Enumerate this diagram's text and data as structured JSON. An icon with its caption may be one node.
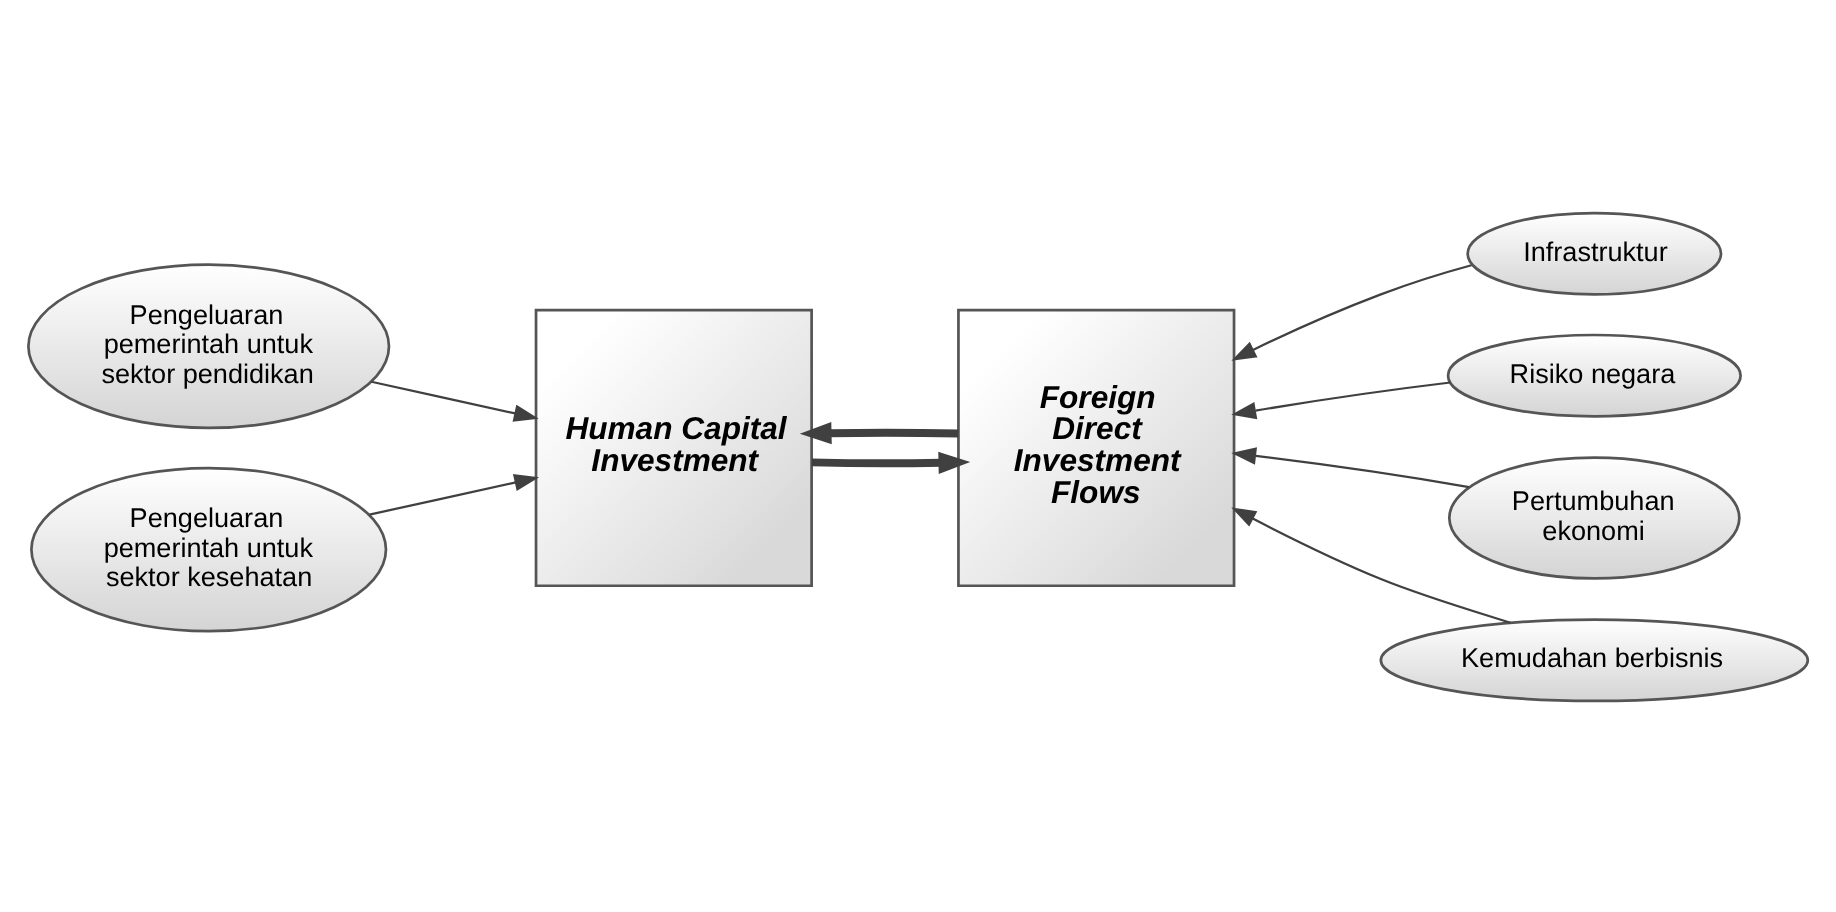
{
  "diagram": {
    "nodes": [
      {
        "text": [
          "Pengeluaran pemerintah untuk sektor pendidikan"
        ]
      },
      {
        "text": [
          "Pengeluaran pemerintah untuk sektor kesehatan"
        ]
      },
      {
        "text": [
          "Human Capital Investment"
        ]
      },
      {
        "text": [
          "Foreign Direct Investment Flows"
        ]
      },
      {
        "text": [
          "Infrastruktur"
        ]
      },
      {
        "text": [
          "Risiko negara"
        ]
      },
      {
        "text": [
          "Pertumbuhan ekonomi"
        ]
      },
      {
        "text": [
          "Kemudahan berbisnis"
        ]
      }
    ],
    "edges": [
      {
        "from": 0,
        "to": 2,
        "arrow": "to"
      },
      {
        "from": 1,
        "to": 2,
        "arrow": "to"
      },
      {
        "from": 3,
        "to": 2,
        "arrow": "to",
        "style": "thick"
      },
      {
        "from": 2,
        "to": 3,
        "arrow": "to",
        "style": "thick"
      },
      {
        "from": 4,
        "to": 3,
        "arrow": "to"
      },
      {
        "from": 5,
        "to": 3,
        "arrow": "to"
      },
      {
        "from": 6,
        "to": 3,
        "arrow": "to"
      },
      {
        "from": 7,
        "to": 3,
        "arrow": "to"
      }
    ]
  }
}
